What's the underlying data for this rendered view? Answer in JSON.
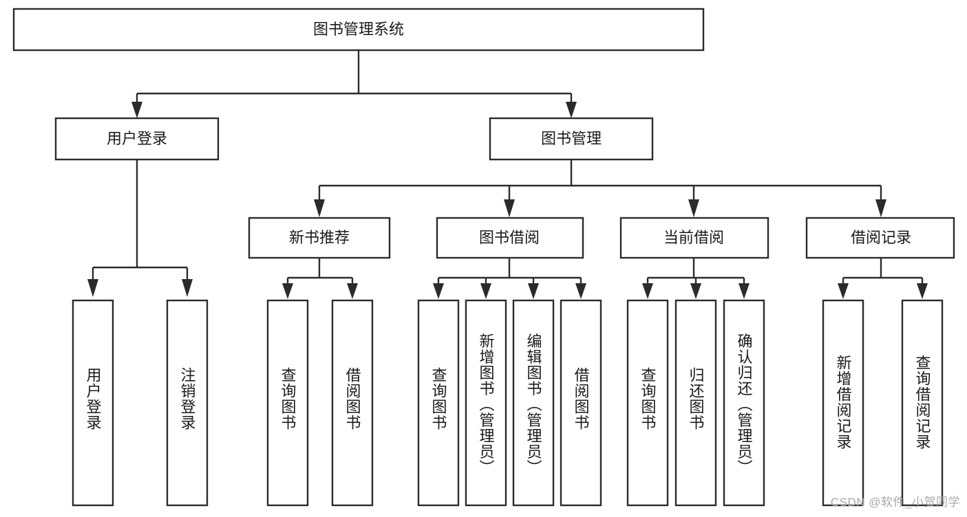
{
  "diagram": {
    "title": "图书管理系统",
    "type": "hierarchy-tree",
    "watermark": "CSDN @软件_小贺同学",
    "colors": {
      "box_stroke": "#2b2b2b",
      "box_fill": "#ffffff",
      "text": "#1a1a1a",
      "background": "#ffffff",
      "watermark": "#a8a8a8"
    },
    "levels": [
      {
        "level": 1,
        "nodes": [
          {
            "id": "root",
            "label": "图书管理系统",
            "orientation": "horizontal"
          }
        ]
      },
      {
        "level": 2,
        "nodes": [
          {
            "id": "login",
            "label": "用户登录",
            "orientation": "horizontal",
            "parent": "root"
          },
          {
            "id": "bookmgmt",
            "label": "图书管理",
            "orientation": "horizontal",
            "parent": "root"
          }
        ]
      },
      {
        "level": 3,
        "nodes": [
          {
            "id": "newbook",
            "label": "新书推荐",
            "orientation": "horizontal",
            "parent": "bookmgmt"
          },
          {
            "id": "borrow",
            "label": "图书借阅",
            "orientation": "horizontal",
            "parent": "bookmgmt"
          },
          {
            "id": "current",
            "label": "当前借阅",
            "orientation": "horizontal",
            "parent": "bookmgmt"
          },
          {
            "id": "records",
            "label": "借阅记录",
            "orientation": "horizontal",
            "parent": "bookmgmt"
          }
        ]
      },
      {
        "level": 4,
        "nodes": [
          {
            "id": "leaf-login-1",
            "label": "用户登录",
            "orientation": "vertical",
            "parent": "login"
          },
          {
            "id": "leaf-login-2",
            "label": "注销登录",
            "orientation": "vertical",
            "parent": "login"
          },
          {
            "id": "leaf-newbook-1",
            "label": "查询图书",
            "orientation": "vertical",
            "parent": "newbook"
          },
          {
            "id": "leaf-newbook-2",
            "label": "借阅图书",
            "orientation": "vertical",
            "parent": "newbook"
          },
          {
            "id": "leaf-borrow-1",
            "label": "查询图书",
            "orientation": "vertical",
            "parent": "borrow"
          },
          {
            "id": "leaf-borrow-2",
            "label": "新增图书（管理员）",
            "orientation": "vertical",
            "parent": "borrow"
          },
          {
            "id": "leaf-borrow-3",
            "label": "编辑图书（管理员）",
            "orientation": "vertical",
            "parent": "borrow"
          },
          {
            "id": "leaf-borrow-4",
            "label": "借阅图书",
            "orientation": "vertical",
            "parent": "borrow"
          },
          {
            "id": "leaf-current-1",
            "label": "查询图书",
            "orientation": "vertical",
            "parent": "current"
          },
          {
            "id": "leaf-current-2",
            "label": "归还图书",
            "orientation": "vertical",
            "parent": "current"
          },
          {
            "id": "leaf-current-3",
            "label": "确认归还（管理员）",
            "orientation": "vertical",
            "parent": "current"
          },
          {
            "id": "leaf-records-1",
            "label": "新增借阅记录",
            "orientation": "vertical",
            "parent": "records"
          },
          {
            "id": "leaf-records-2",
            "label": "查询借阅记录",
            "orientation": "vertical",
            "parent": "records"
          }
        ]
      }
    ]
  }
}
